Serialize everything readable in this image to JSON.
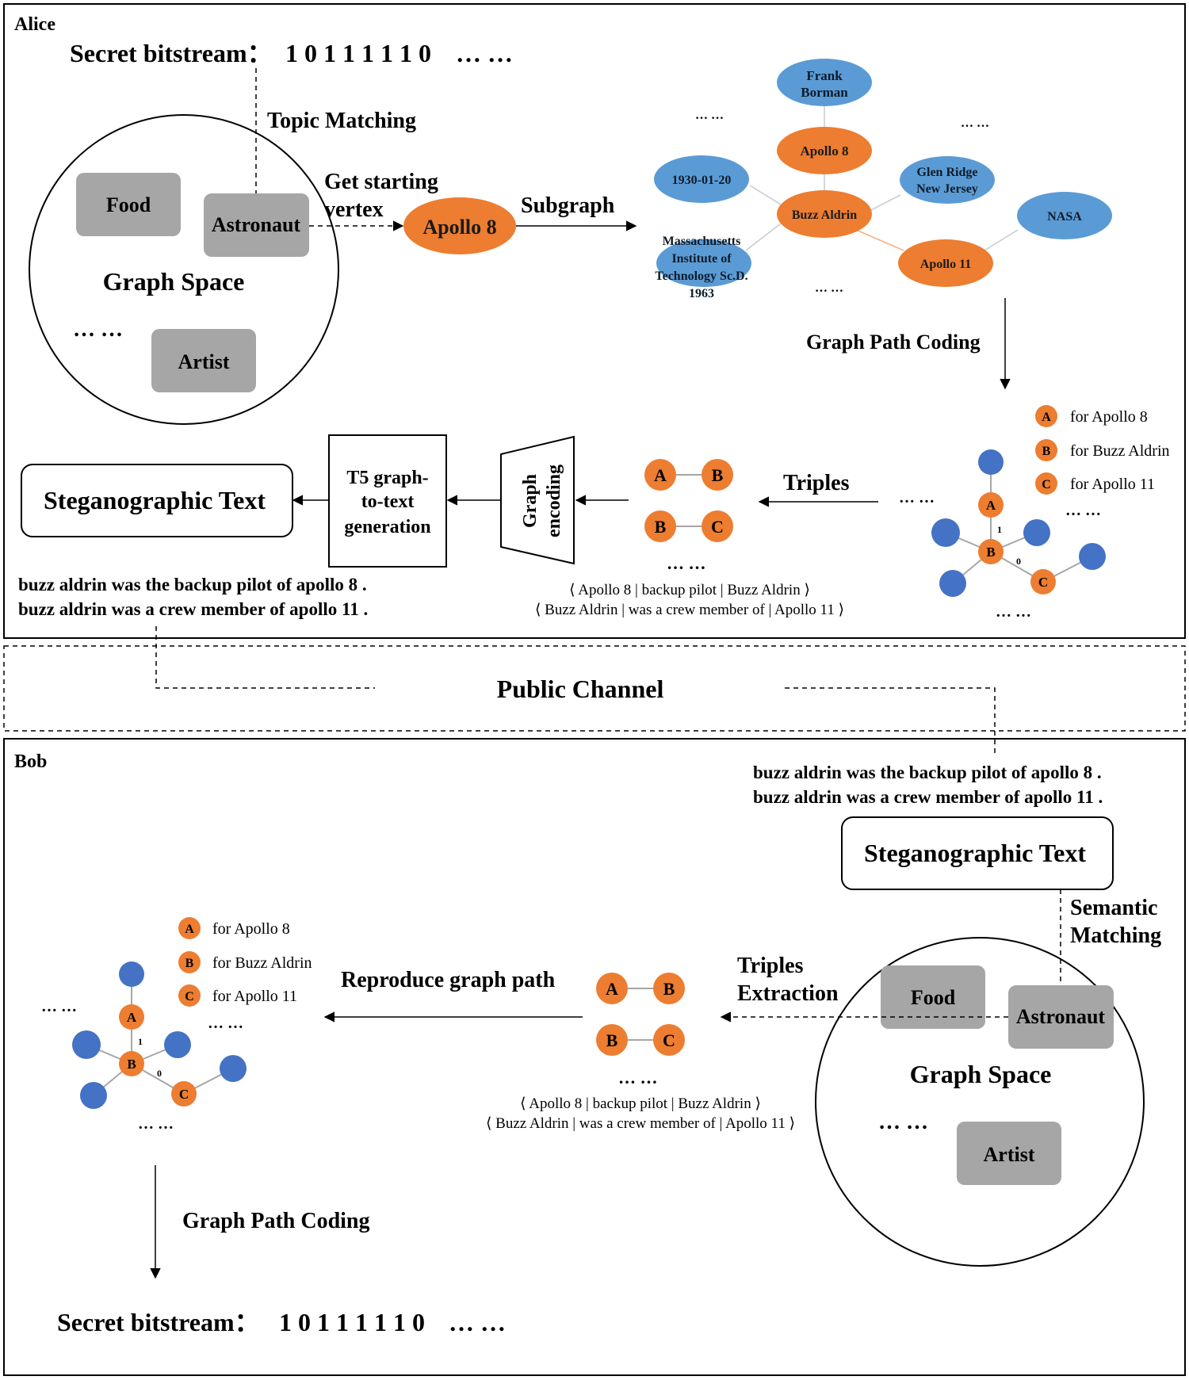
{
  "alice": {
    "panel_label": "Alice",
    "secret_label": "Secret bitstream：",
    "secret_bits": "1 0 1 1 1 1 1 0",
    "ellipsis": "… …",
    "topic_matching": "Topic  Matching",
    "get_starting": "Get starting",
    "vertex": "vertex",
    "subgraph": "Subgraph",
    "graph_path_coding": "Graph Path Coding",
    "triples": "Triples",
    "graph_encoding_1": "Graph",
    "graph_encoding_2": "encoding",
    "t5_line1": "T5 graph-",
    "t5_line2": "to-text",
    "t5_line3": "generation",
    "stego_text": "Steganographic Text",
    "sentence1": "buzz aldrin was the backup pilot of apollo 8 .",
    "sentence2": "buzz aldrin was a crew member of apollo 11 .",
    "triple1": "⟨ Apollo 8 | backup pilot | Buzz Aldrin ⟩",
    "triple2": "⟨ Buzz Aldrin | was a crew member of | Apollo 11 ⟩"
  },
  "graph_space": {
    "title": "Graph Space",
    "food": "Food",
    "astronaut": "Astronaut",
    "artist": "Artist",
    "ellipsis": "… …"
  },
  "start_vertex": "Apollo 8",
  "subgraph_nodes": {
    "frank_1": "Frank",
    "frank_2": "Borman",
    "apollo8": "Apollo 8",
    "date": "1930-01-20",
    "glen_1": "Glen Ridge",
    "glen_2": "New Jersey",
    "buzz": "Buzz Aldrin",
    "nasa": "NASA",
    "mit_1": "Massachusetts",
    "mit_2": "Institute of",
    "mit_3": "Technology Sc.D.",
    "mit_4": "1963",
    "apollo11": "Apollo 11",
    "ellipsis": "… …"
  },
  "legend": {
    "a_letter": "A",
    "a_text": "for Apollo 8",
    "b_letter": "B",
    "b_text": "for Buzz Aldrin",
    "c_letter": "C",
    "c_text": "for Apollo 11"
  },
  "path_bits": {
    "ab": "1",
    "bc": "0"
  },
  "public_channel": "Public Channel",
  "bob": {
    "panel_label": "Bob",
    "sentence1": "buzz aldrin was the backup pilot of apollo 8 .",
    "sentence2": "buzz aldrin was a crew member of apollo 11 .",
    "stego_text": "Steganographic Text",
    "semantic_1": "Semantic",
    "semantic_2": "Matching",
    "triples_1": "Triples",
    "triples_2": "Extraction",
    "reproduce": "Reproduce graph  path",
    "triple1": "⟨ Apollo 8 | backup pilot | Buzz Aldrin ⟩",
    "triple2": "⟨ Buzz Aldrin | was a crew member of | Apollo 11 ⟩",
    "graph_path_coding": "Graph  Path Coding",
    "secret_label": "Secret bitstream：",
    "secret_bits": "1 0 1 1 1 1 1 0",
    "ellipsis": "… …"
  },
  "colors": {
    "orange": "#ED7D31",
    "blue": "#5B9BD5",
    "gray": "#A6A6A6"
  }
}
